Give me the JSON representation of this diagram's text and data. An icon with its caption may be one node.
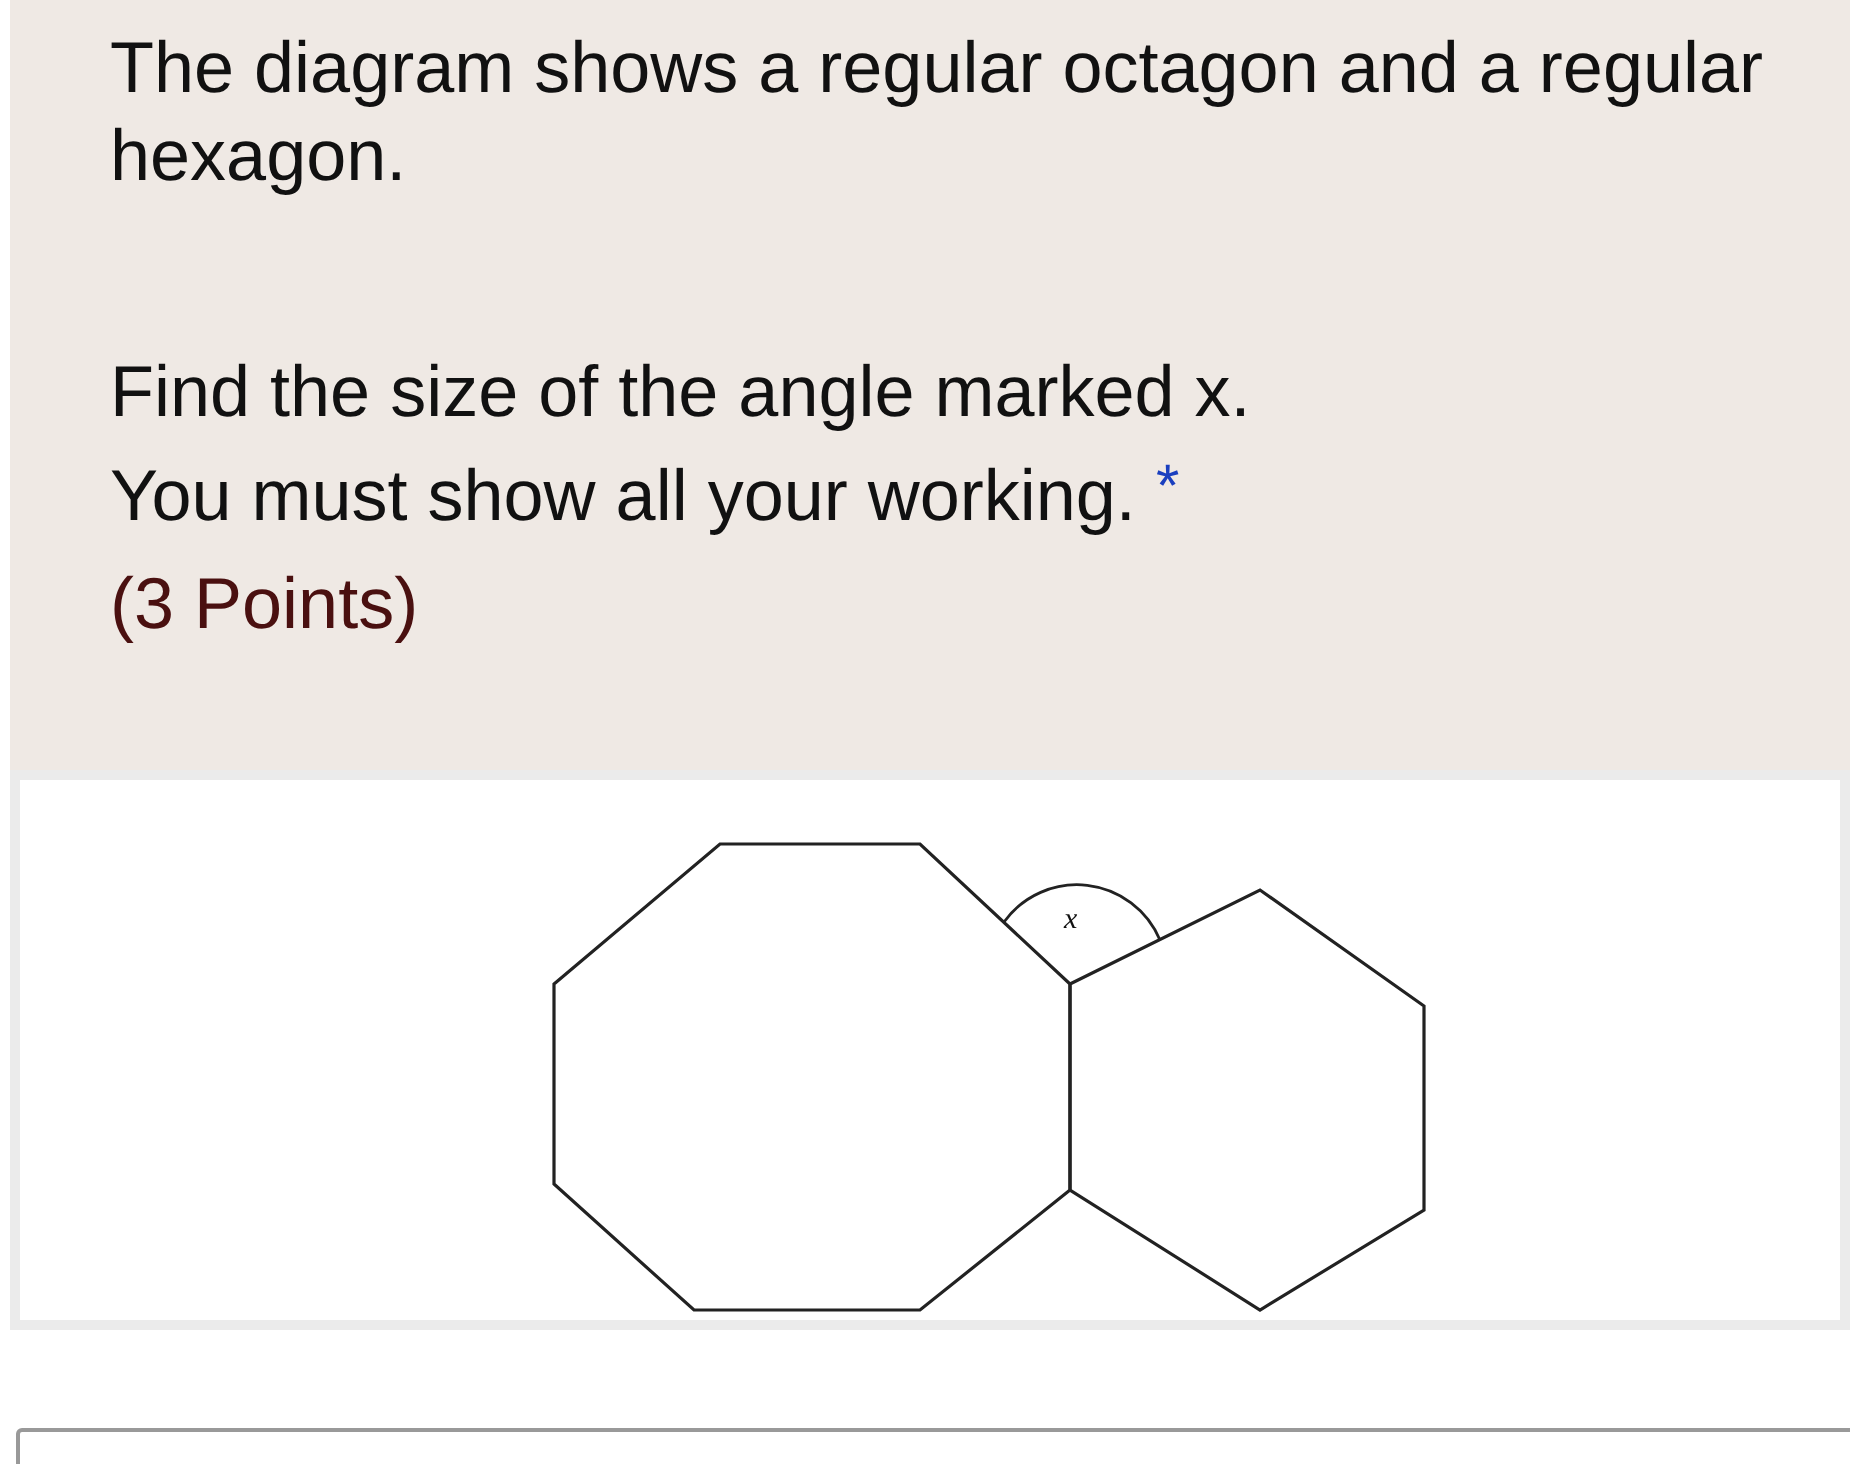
{
  "diagram": {
    "labels": [
      "The diagram shows a regular octagon and a regular hexagon.",
      "Find the size of the angle marked x.",
      "You must show all your working.",
      "*",
      "(3 Points)",
      "x"
    ]
  }
}
